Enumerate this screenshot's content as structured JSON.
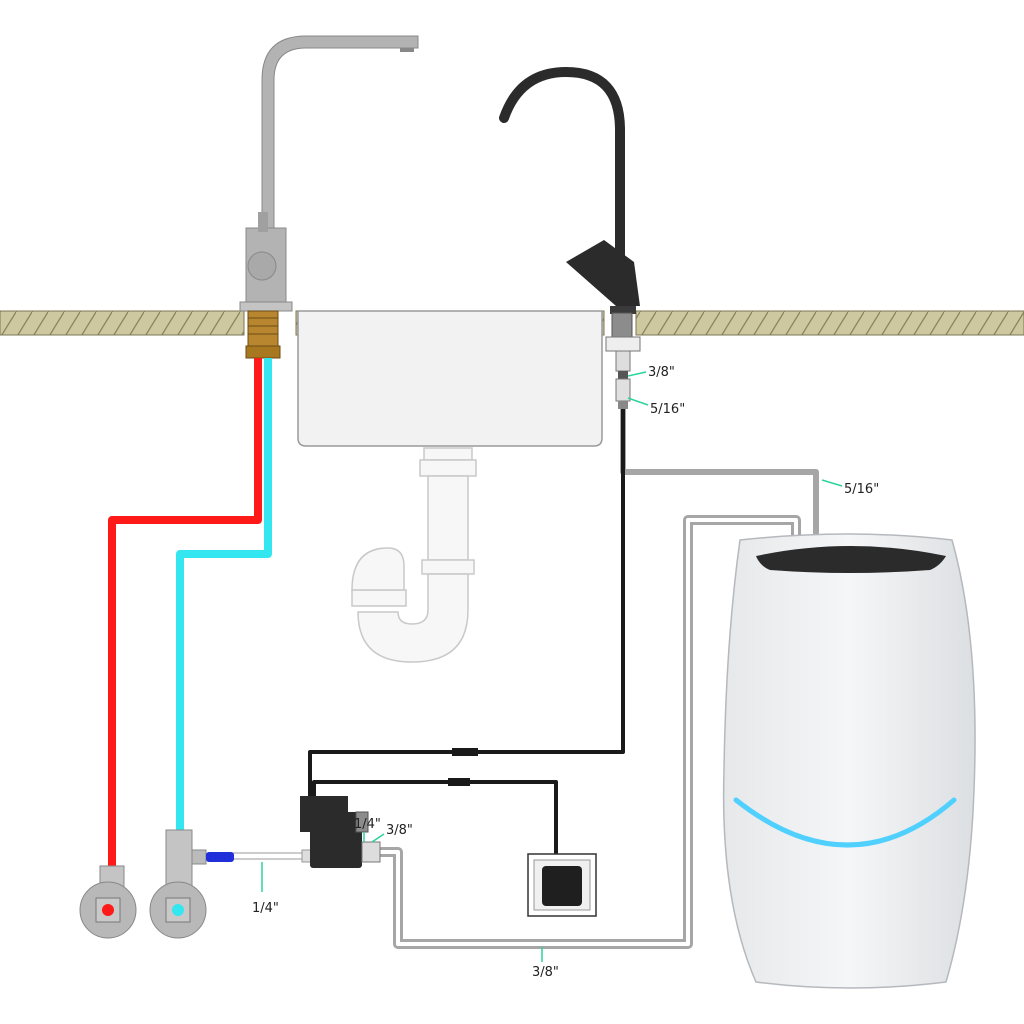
{
  "colors": {
    "hot_line": "#ff1a1a",
    "cold_line": "#33e6f0",
    "ro_line": "#1a1a1a",
    "grey_line": "#a6a6a6",
    "counter_fill": "#c9c49a",
    "leader": "#2bd49a",
    "tank_glow": "#4fd0ff"
  },
  "icons": {
    "hot_marker": "red-dot-icon",
    "cold_marker": "cyan-dot-icon"
  },
  "labels": {
    "faucet_in_size": "3/8\"",
    "faucet_tube_size": "5/16\"",
    "tank_top_size": "5/16\"",
    "valve_in_size": "1/4\"",
    "valve_out_size": "3/8\"",
    "feed_line_size": "1/4\"",
    "tank_feed_size": "3/8\""
  }
}
